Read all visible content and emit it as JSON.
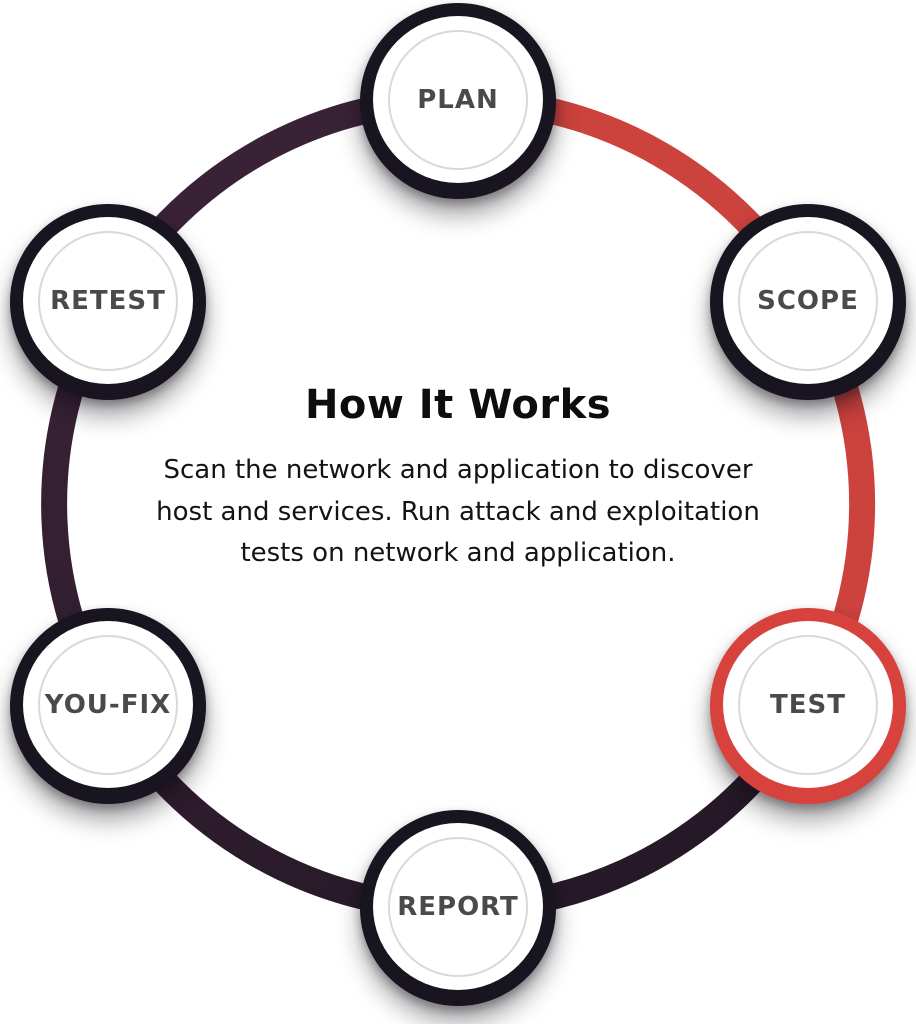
{
  "center": {
    "title": "How It Works",
    "description": "Scan the network and application to discover host and services. Run attack and exploitation tests on network and application."
  },
  "nodes": [
    {
      "label": "PLAN",
      "position": "top",
      "highlighted": false
    },
    {
      "label": "SCOPE",
      "position": "top-right",
      "highlighted": false
    },
    {
      "label": "TEST",
      "position": "bottom-right",
      "highlighted": true
    },
    {
      "label": "REPORT",
      "position": "bottom",
      "highlighted": false
    },
    {
      "label": "YOU-FIX",
      "position": "bottom-left",
      "highlighted": false
    },
    {
      "label": "RETEST",
      "position": "top-left",
      "highlighted": false
    }
  ],
  "ring": {
    "red_segment": "PLAN to TEST (clockwise through SCOPE)",
    "dark_segment": "TEST to PLAN (clockwise through REPORT, YOU-FIX, RETEST)"
  },
  "colors": {
    "arc_red": "#cc423d",
    "arc_dark_top": "#3b2337",
    "arc_dark_bottom": "#241825",
    "node_ring": "#181420",
    "node_ring_active": "#d8423c",
    "node_fill": "#ffffff",
    "inner_ring": "#d9d9d9",
    "label": "#4a4a4a",
    "heading": "#0d0d0d",
    "body": "#131313",
    "background": "#ffffff"
  }
}
